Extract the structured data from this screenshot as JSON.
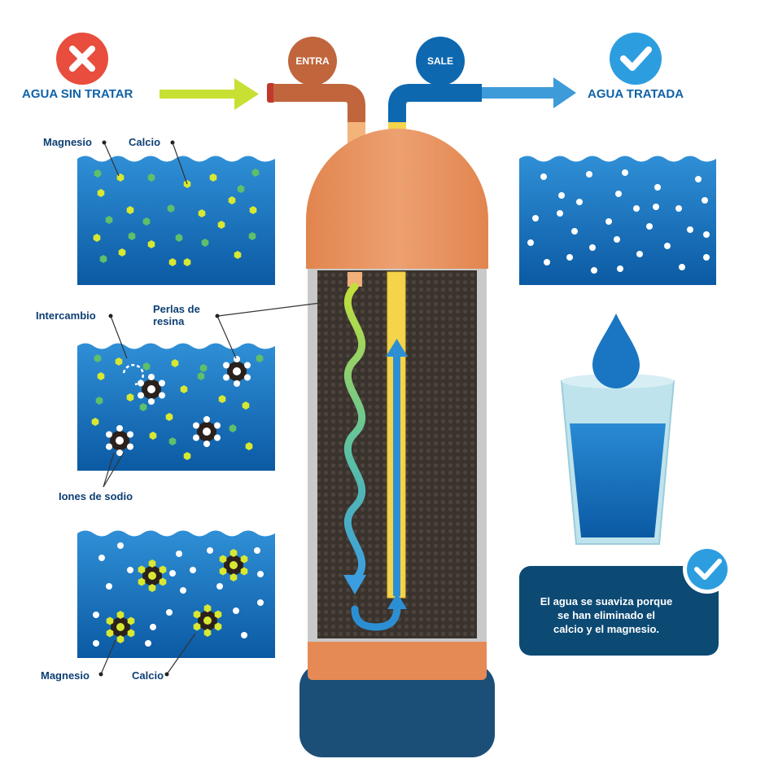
{
  "header": {
    "untreated_label": "AGUA SIN TRATAR",
    "treated_label": "AGUA TRATADA",
    "in_badge": "ENTRA",
    "out_badge": "SALE"
  },
  "labels": {
    "magnesio_top": "Magnesio",
    "calcio_top": "Calcio",
    "intercambio": "Intercambio",
    "perlas": "Perlas de resina",
    "iones": "Iones de sodio",
    "magnesio_bottom": "Magnesio",
    "calcio_bottom": "Calcio"
  },
  "message": {
    "line1": "El agua se suaviza porque",
    "line2": "se han eliminado el",
    "line3": "calcio y el magnesio."
  },
  "colors": {
    "water_blue": "#1a76c2",
    "water_deep": "#0b5aa3",
    "tank_orange": "#e68a55",
    "resin_dark": "#3b342e",
    "base_navy": "#1c4f78",
    "badge_red": "#e84d3d",
    "badge_brown": "#c0653c",
    "badge_blue": "#0d68b0",
    "arrow_green": "#c8e034",
    "arrow_blue": "#3d9bd9",
    "mineral_yellow": "#d8e832",
    "mineral_green": "#5fbf6a",
    "message_bg": "#0c4a74"
  }
}
